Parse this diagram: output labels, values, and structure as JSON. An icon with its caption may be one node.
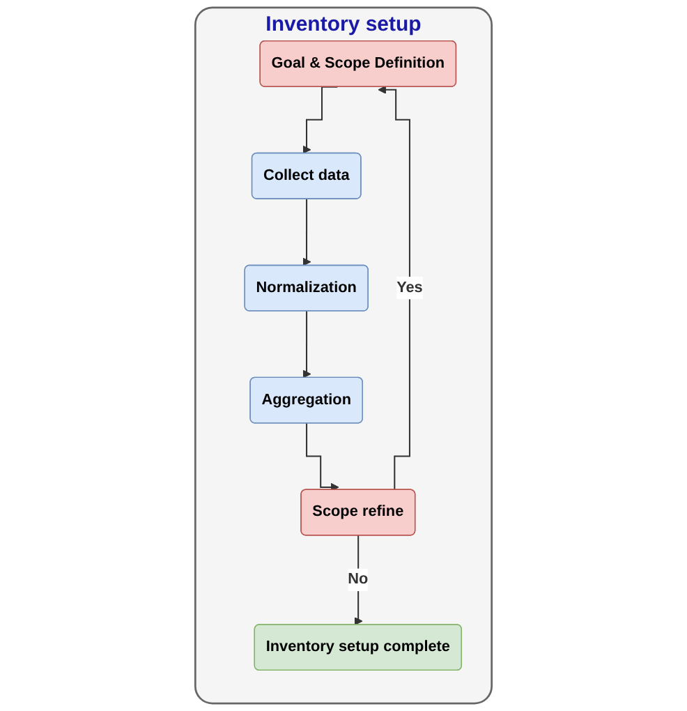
{
  "diagram": {
    "nodes": [
      {
        "text": [
          "Inventory setup"
        ]
      },
      {
        "text": [
          "Goal & Scope Definition"
        ],
        "in": 0
      },
      {
        "text": [
          "Collect data"
        ],
        "in": 0
      },
      {
        "text": [
          "Normalization"
        ],
        "in": 0
      },
      {
        "text": [
          "Aggregation"
        ],
        "in": 0
      },
      {
        "text": [
          "Scope refine"
        ],
        "in": 0
      },
      {
        "text": [
          "Inventory setup complete"
        ],
        "in": 0
      }
    ],
    "edges": [
      {
        "from": 1,
        "to": 2,
        "arrow": "to"
      },
      {
        "from": 2,
        "to": 3,
        "arrow": "to"
      },
      {
        "from": 3,
        "to": 4,
        "arrow": "to"
      },
      {
        "from": 4,
        "to": 5,
        "arrow": "to"
      },
      {
        "from": 5,
        "to": 1,
        "arrow": "to",
        "label": "Yes"
      },
      {
        "from": 5,
        "to": 6,
        "arrow": "to",
        "label": "No"
      }
    ]
  }
}
